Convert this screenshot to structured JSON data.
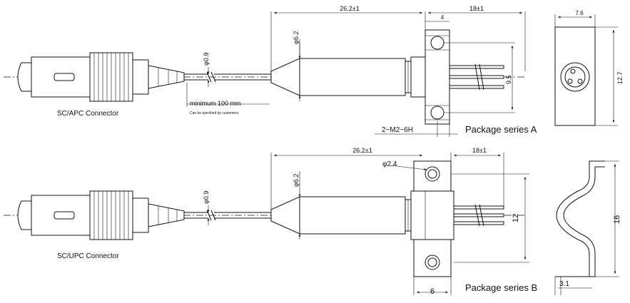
{
  "row_a": {
    "connector_label": "SC/APC Connector",
    "min_length": "minimum 100 mm",
    "length_note": "Can be specified by customers",
    "fiber_dia": "φ0.9",
    "body_dia": "φ6.2",
    "length_total": "26.2±1",
    "length_pins": "18±1",
    "flange_thickness": "4",
    "hole_spacing": "9.5",
    "thread": "2−M2−6H",
    "package_label": "Package series A",
    "end_width": "7.6",
    "end_height": "12.7"
  },
  "row_b": {
    "connector_label": "SC/UPC Connector",
    "fiber_dia": "φ0.9",
    "body_dia": "φ6.2",
    "length_total": "26.2±1",
    "length_pins": "18±1",
    "hole_dia": "φ2.4",
    "flange_height": "12",
    "flange_width": "6",
    "package_label": "Package series B",
    "clip_height": "16",
    "clip_thickness": "3.1"
  }
}
